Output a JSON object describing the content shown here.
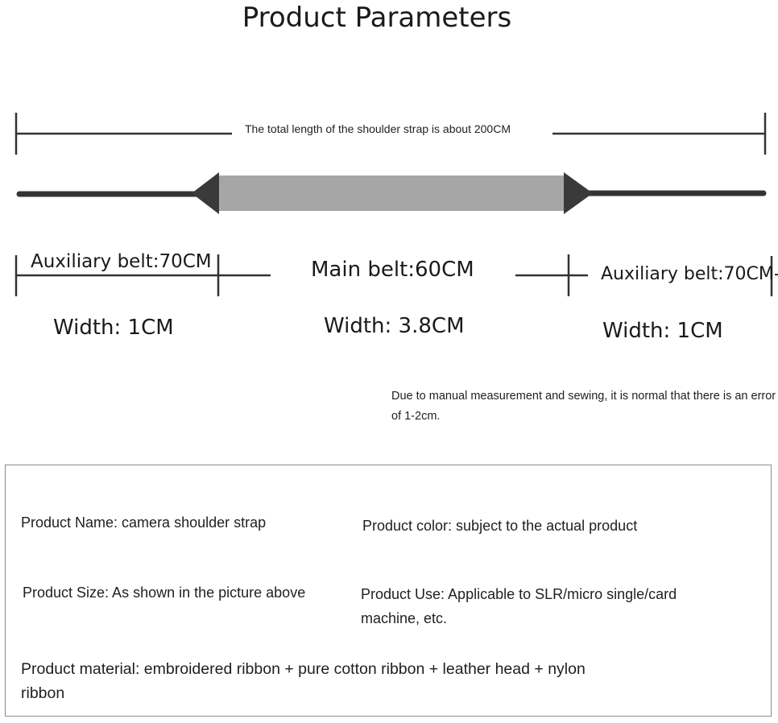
{
  "title": "Product Parameters",
  "total_length_label": "The total length of the shoulder strap is about 200CM",
  "segments": [
    {
      "label": "Auxiliary belt:70CM",
      "width": "Width: 1CM"
    },
    {
      "label": "Main belt:60CM",
      "width": "Width: 3.8CM"
    },
    {
      "label": "Auxiliary belt:70CM-",
      "width": "Width: 1CM"
    }
  ],
  "note": "Due to manual measurement and sewing, it is normal that there is an error of 1-2cm.",
  "specs": {
    "name": "Product Name: camera shoulder strap",
    "color": "Product color: subject to the actual product",
    "size": "Product Size: As shown in the picture above",
    "use": "Product Use: Applicable to SLR/micro single/card machine, etc.",
    "material": "Product material: embroidered ribbon + pure cotton ribbon + leather head + nylon ribbon"
  },
  "colors": {
    "main_belt": "#a6a6a6",
    "leather_head": "#3a3a3a",
    "line": "#333333"
  }
}
